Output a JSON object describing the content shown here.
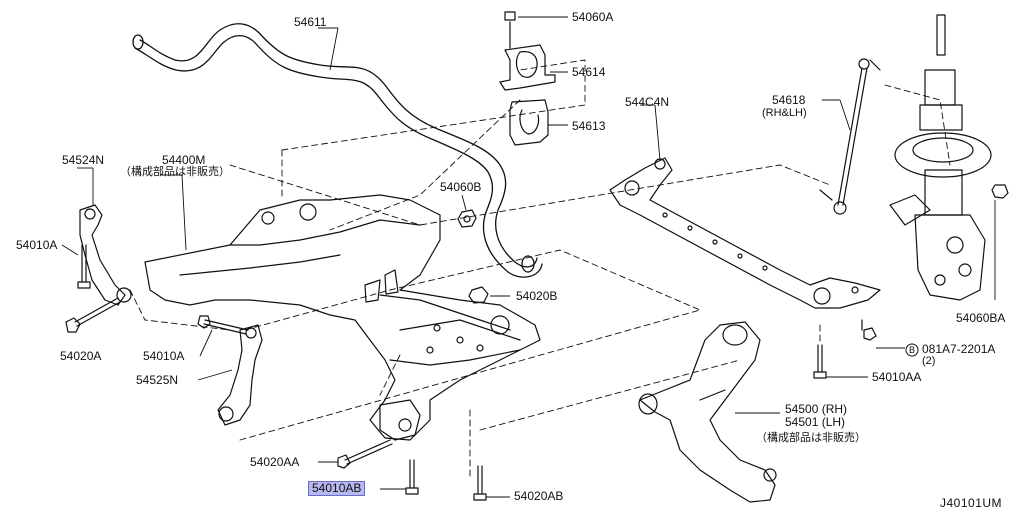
{
  "diagram": {
    "code": "J40101UM",
    "highlight_color": "#b8b8f0",
    "parts": {
      "p54611": "54611",
      "p54060A": "54060A",
      "p54614": "54614",
      "p54613": "54613",
      "p544C4N": "544C4N",
      "p54618": "54618",
      "p54618_note": "(RH&LH)",
      "p54524N": "54524N",
      "p54400M": "54400M",
      "p54400M_note": "（構成部品は非販売）",
      "p54060B": "54060B",
      "p54010A_left": "54010A",
      "p54020B": "54020B",
      "p54060BA": "54060BA",
      "p081A7": "081A7-2201A",
      "p081A7_qty": "(2)",
      "p081A7_marker": "B",
      "p54020A": "54020A",
      "p54010A_mid": "54010A",
      "p54525N": "54525N",
      "p54010AA": "54010AA",
      "p54500": "54500 (RH)",
      "p54501": "54501 (LH)",
      "p54500_note": "（構成部品は非販売）",
      "p54020AA": "54020AA",
      "p54010AB": "54010AB",
      "p54020AB": "54020AB"
    }
  }
}
